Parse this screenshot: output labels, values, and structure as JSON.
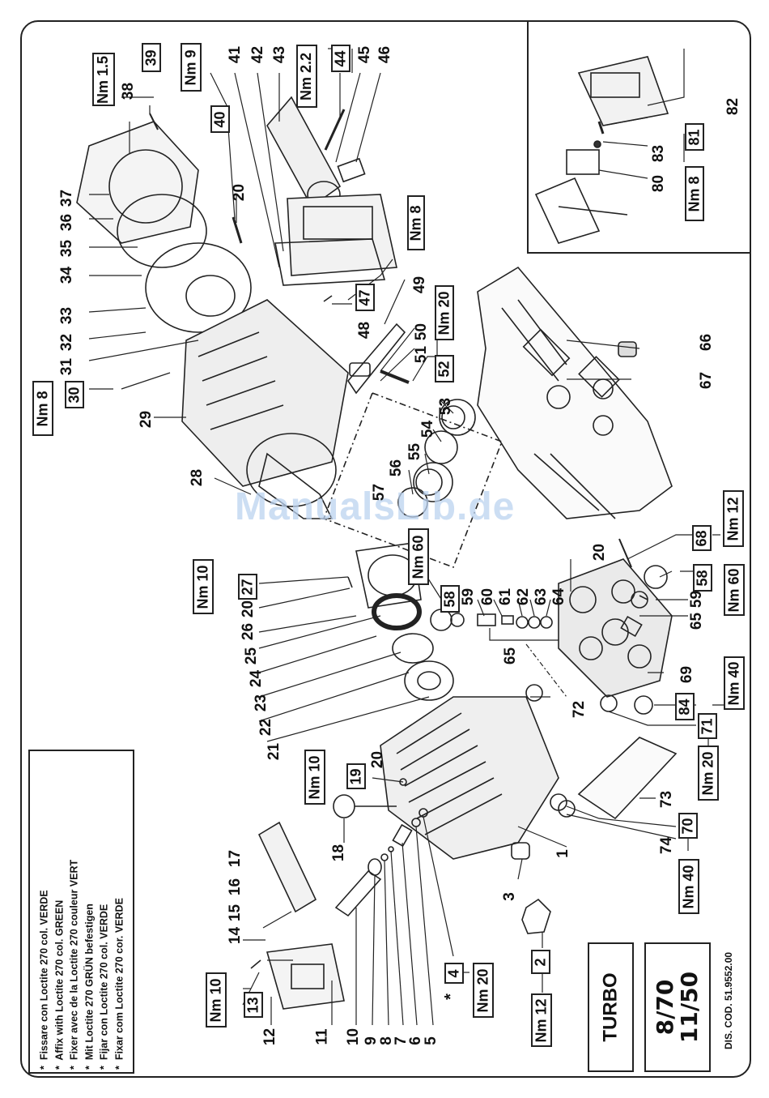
{
  "diagram": {
    "title": "Exploded parts diagram",
    "model_name": "TURBO",
    "model_variants": [
      "8/70",
      "11/50"
    ],
    "drawing_code": "DIS. COD. 51.9552.00",
    "watermark": "ManualsLib.de",
    "legend": {
      "marker": "*",
      "lines": [
        "Fissare con Loctite 270 col. VERDE",
        "Affix with Loctite 270 col. GREEN",
        "Fixer avec de la Loctite 270 couleur VERT",
        "Mit Loctite 270 GRÜN befestigen",
        "Fijar con Loctite 270 col. VERDE",
        "Fixar com Loctite 270 cor. VERDE"
      ]
    },
    "torque_callouts": [
      {
        "part": "39",
        "torque": "Nm 1.5"
      },
      {
        "part": "40",
        "torque": "Nm 9"
      },
      {
        "part": "44",
        "torque": "Nm 2.2"
      },
      {
        "part": "47",
        "torque": "Nm 8"
      },
      {
        "part": "52",
        "torque": "Nm 20"
      },
      {
        "part": "30",
        "torque": "Nm 8"
      },
      {
        "part": "81",
        "torque": "Nm 8"
      },
      {
        "part": "27",
        "torque": "Nm 10"
      },
      {
        "part": "58",
        "torque": "Nm 60"
      },
      {
        "part": "68",
        "torque": "Nm 12"
      },
      {
        "part": "58b",
        "torque": "Nm 60"
      },
      {
        "part": "84",
        "torque": "Nm 40"
      },
      {
        "part": "71",
        "torque": "Nm 20"
      },
      {
        "part": "70",
        "torque": "Nm 40"
      },
      {
        "part": "19",
        "torque": "Nm 10"
      },
      {
        "part": "13",
        "torque": "Nm 10"
      },
      {
        "part": "4",
        "torque": "Nm 20"
      },
      {
        "part": "2",
        "torque": "Nm 12"
      }
    ],
    "boxed_parts": {
      "p39": "39",
      "p40": "40",
      "p44": "44",
      "p47": "47",
      "p52": "52",
      "p30": "30",
      "p81": "81",
      "p27": "27",
      "p58a": "58",
      "p68": "68",
      "p58b": "58",
      "p84": "84",
      "p71": "71",
      "p70": "70",
      "p19": "19",
      "p13": "13",
      "p4": "4",
      "p2": "2"
    },
    "torques": {
      "t39": "Nm 1.5",
      "t40": "Nm 9",
      "t44": "Nm 2.2",
      "t47": "Nm 8",
      "t52": "Nm 20",
      "t30": "Nm 8",
      "t81": "Nm 8",
      "t27": "Nm 10",
      "t58a": "Nm 60",
      "t68": "Nm 12",
      "t58b": "Nm 60",
      "t84": "Nm 40",
      "t71": "Nm 20",
      "t70": "Nm 40",
      "t19": "Nm 10",
      "t13": "Nm 10",
      "t4": "Nm 20",
      "t2": "Nm 12"
    },
    "loctite_marker_part": "4",
    "part_labels": {
      "n1": "1",
      "n3": "3",
      "n5": "5",
      "n6": "6",
      "n7": "7",
      "n8": "8",
      "n9": "9",
      "n10": "10",
      "n11": "11",
      "n12": "12",
      "n14": "14",
      "n15": "15",
      "n16": "16",
      "n17": "17",
      "n18": "18",
      "n20a": "20",
      "n20b": "20",
      "n20c": "20",
      "n20d": "20",
      "n21": "21",
      "n22": "22",
      "n23": "23",
      "n24": "24",
      "n25": "25",
      "n26": "26",
      "n28": "28",
      "n29": "29",
      "n31": "31",
      "n32": "32",
      "n33": "33",
      "n34": "34",
      "n35": "35",
      "n36": "36",
      "n37": "37",
      "n38": "38",
      "n41": "41",
      "n42": "42",
      "n43": "43",
      "n45": "45",
      "n46": "46",
      "n48": "48",
      "n49": "49",
      "n50": "50",
      "n51": "51",
      "n53": "53",
      "n54": "54",
      "n55": "55",
      "n56": "56",
      "n57": "57",
      "n59a": "59",
      "n59b": "59",
      "n60": "60",
      "n61": "61",
      "n62": "62",
      "n63": "63",
      "n64": "64",
      "n65a": "65",
      "n65b": "65",
      "n66": "66",
      "n67": "67",
      "n69": "69",
      "n72": "72",
      "n73": "73",
      "n74": "74",
      "n80": "80",
      "n82": "82",
      "n83": "83"
    }
  }
}
